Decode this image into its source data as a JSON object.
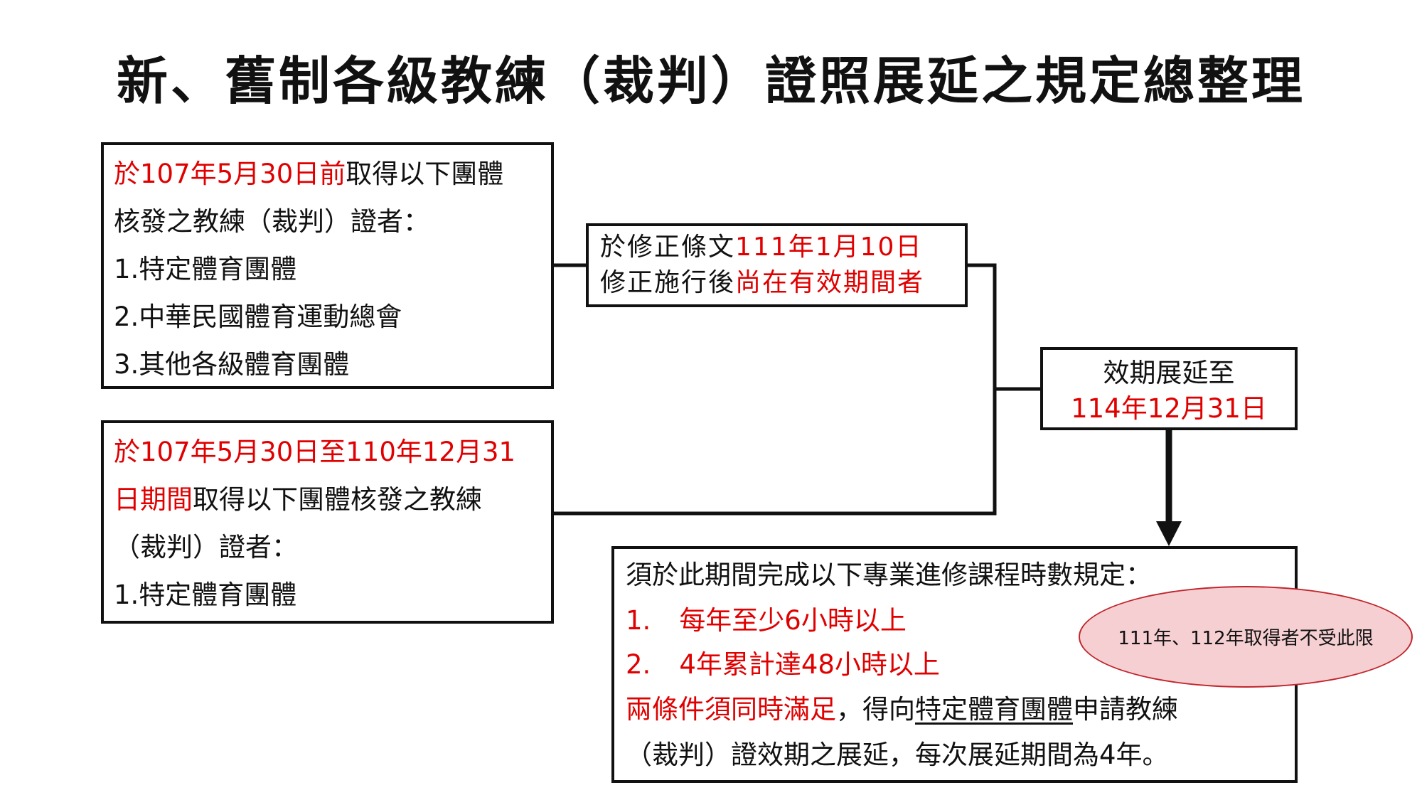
{
  "title": "新、舊制各級教練（裁判）證照展延之規定總整理",
  "box_before": {
    "l1_red": "於107年5月30日前",
    "l1_black": "取得以下團體",
    "l2": "核發之教練（裁判）證者：",
    "l3": "1.特定體育團體",
    "l4": "2.中華民國體育運動總會",
    "l5": "3.其他各級體育團體"
  },
  "box_period": {
    "l1_red": "於107年5月30日至110年12月31",
    "l2_red": "日期間",
    "l2_black": "取得以下團體核發之教練",
    "l3": "（裁判）證者：",
    "l4": "1.特定體育團體"
  },
  "box_amendment": {
    "l1_black": "於修正條文",
    "l1_red": "111年1月10日",
    "l2_black": "修正施行後",
    "l2_red": "尚在有效期間者"
  },
  "box_extend": {
    "l1": "效期展延至",
    "l2": "114年12月31日"
  },
  "box_requirements": {
    "l1": "須於此期間完成以下專業進修課程時數規定：",
    "l2_num": "1.",
    "l2": "每年至少6小時以上",
    "l3_num": "2.",
    "l3": "4年累計達48小時以上",
    "l4_red": "兩條件須同時滿足",
    "l4_a": "，得向",
    "l4_ul": "特定體育團體",
    "l4_b": "申請教練",
    "l5": "（裁判）證效期之展延，每次展延期間為4年。"
  },
  "note": "111年、112年取得者不受此限",
  "colors": {
    "red": "#e00000",
    "ellipse_fill": "#f6cfd2",
    "ellipse_border": "#c0262d"
  }
}
